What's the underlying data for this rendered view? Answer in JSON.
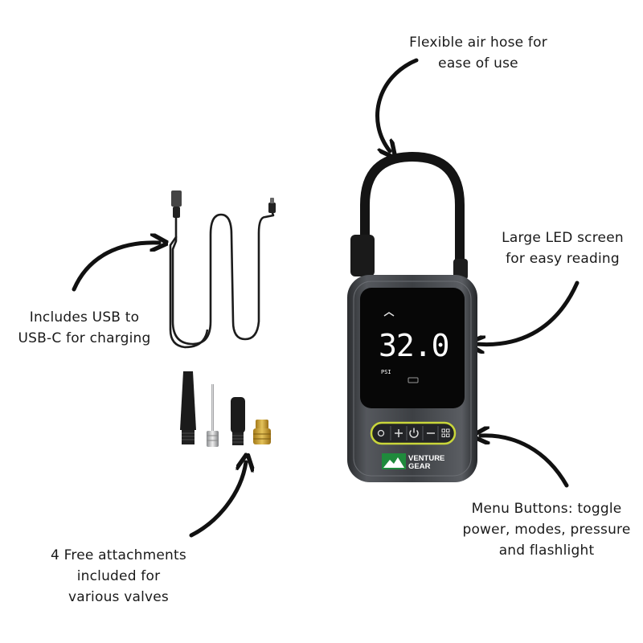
{
  "captions": {
    "hose": [
      "Flexible air hose for",
      "ease of use"
    ],
    "led": [
      "Large LED screen",
      "for easy reading"
    ],
    "usb": [
      "Includes USB to",
      "USB-C for charging"
    ],
    "menu": [
      "Menu Buttons: toggle",
      "power, modes, pressure",
      "and flashlight"
    ],
    "attachments": [
      "4 Free attachments",
      "included for",
      "various valves"
    ]
  },
  "device": {
    "reading": "32.0",
    "unit": "PSI",
    "brand_line1": "VENTURE",
    "brand_line2": "GEAR",
    "buttons": [
      "light-icon",
      "plus-icon",
      "power-icon",
      "minus-icon",
      "mode-icon"
    ],
    "accent_color": "#c9d63a",
    "logo_color": "#1f8a3c"
  }
}
